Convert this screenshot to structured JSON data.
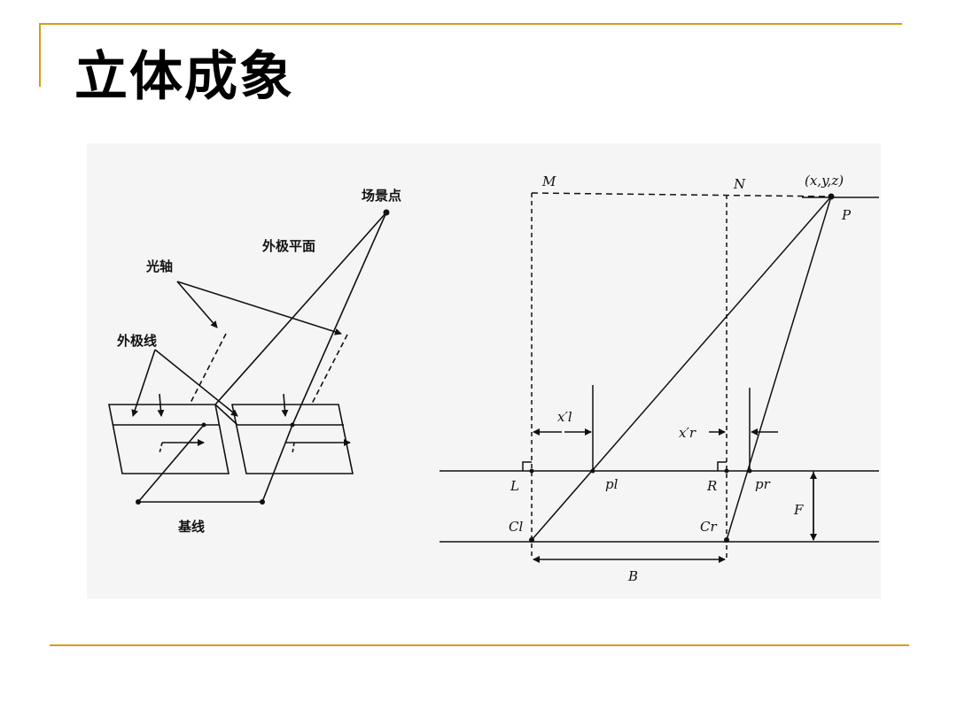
{
  "slide": {
    "title": "立体成象"
  },
  "left_diagram": {
    "labels": {
      "scene_point": "场景点",
      "epipolar_plane": "外极平面",
      "optical_axis": "光轴",
      "epipolar_line": "外极线",
      "baseline": "基线"
    }
  },
  "right_diagram": {
    "labels": {
      "M": "M",
      "N": "N",
      "coords": "(x,y,z)",
      "P": "P",
      "xl": "x′l",
      "xr": "x′r",
      "L": "L",
      "pl": "pl",
      "R": "R",
      "pr": "pr",
      "F": "F",
      "Cl": "Cl",
      "Cr": "Cr",
      "B": "B"
    }
  }
}
